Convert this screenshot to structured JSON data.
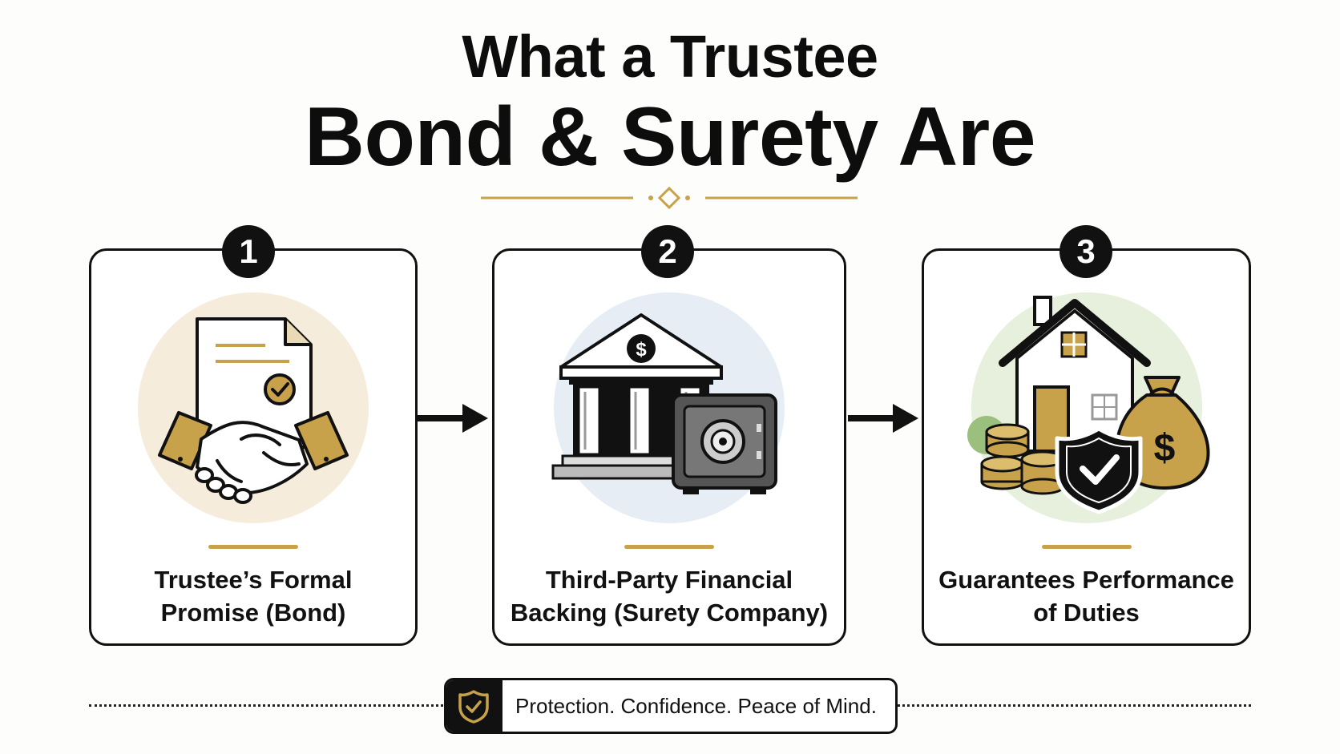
{
  "title": {
    "line1": "What a Trustee",
    "line2": "Bond & Surety Are"
  },
  "colors": {
    "accent_gold": "#c8a24a",
    "ink": "#111111",
    "circle_tan": "#f5ecdc",
    "circle_blue": "#e6edf4",
    "circle_green": "#e6f0dc"
  },
  "steps": [
    {
      "number": "1",
      "icon": "handshake-document-icon",
      "label_line1": "Trustee’s Formal",
      "label_line2": "Promise (Bond)"
    },
    {
      "number": "2",
      "icon": "bank-safe-icon",
      "label_line1": "Third-Party Financial",
      "label_line2": "Backing (Surety Company)"
    },
    {
      "number": "3",
      "icon": "house-money-shield-icon",
      "label_line1": "Guarantees Performance",
      "label_line2": "of Duties"
    }
  ],
  "footer": {
    "icon": "shield-check-icon",
    "tagline": "Protection. Confidence. Peace of Mind."
  }
}
